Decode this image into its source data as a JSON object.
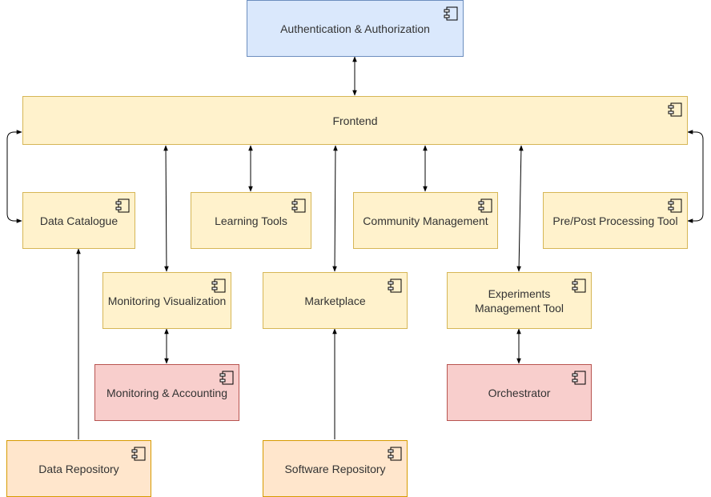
{
  "colors": {
    "blue_fill": "#dae8fc",
    "blue_stroke": "#6c8ebf",
    "yellow_fill": "#fff2cc",
    "yellow_stroke": "#d6b656",
    "red_fill": "#f8cecc",
    "red_stroke": "#b85450",
    "orange_fill": "#ffe6cc",
    "orange_stroke": "#d79b00",
    "edge": "#000000"
  },
  "icon": "component-icon",
  "nodes": {
    "auth": {
      "label": "Authentication & Authorization"
    },
    "frontend": {
      "label": "Frontend"
    },
    "data_catalogue": {
      "label": "Data Catalogue"
    },
    "learning_tools": {
      "label": "Learning Tools"
    },
    "community_management": {
      "label": "Community Management"
    },
    "prepost": {
      "label": "Pre/Post Processing Tool"
    },
    "monitoring_visualization": {
      "label": "Monitoring Visualization"
    },
    "marketplace": {
      "label": "Marketplace"
    },
    "experiments_management": {
      "label": "Experiments Management Tool"
    },
    "monitoring_accounting": {
      "label": "Monitoring & Accounting"
    },
    "orchestrator": {
      "label": "Orchestrator"
    },
    "data_repository": {
      "label": "Data Repository"
    },
    "software_repository": {
      "label": "Software Repository"
    }
  },
  "edges": [
    {
      "from": "auth",
      "to": "frontend",
      "direction": "both"
    },
    {
      "from": "frontend",
      "to": "data_catalogue",
      "direction": "both"
    },
    {
      "from": "frontend",
      "to": "prepost",
      "direction": "both"
    },
    {
      "from": "frontend",
      "to": "learning_tools",
      "direction": "both"
    },
    {
      "from": "frontend",
      "to": "community_management",
      "direction": "both"
    },
    {
      "from": "frontend",
      "to": "monitoring_visualization",
      "direction": "both"
    },
    {
      "from": "frontend",
      "to": "marketplace",
      "direction": "both"
    },
    {
      "from": "frontend",
      "to": "experiments_management",
      "direction": "both"
    },
    {
      "from": "monitoring_visualization",
      "to": "monitoring_accounting",
      "direction": "both"
    },
    {
      "from": "experiments_management",
      "to": "orchestrator",
      "direction": "both"
    },
    {
      "from": "data_repository",
      "to": "data_catalogue",
      "direction": "forward"
    },
    {
      "from": "software_repository",
      "to": "marketplace",
      "direction": "forward"
    }
  ]
}
